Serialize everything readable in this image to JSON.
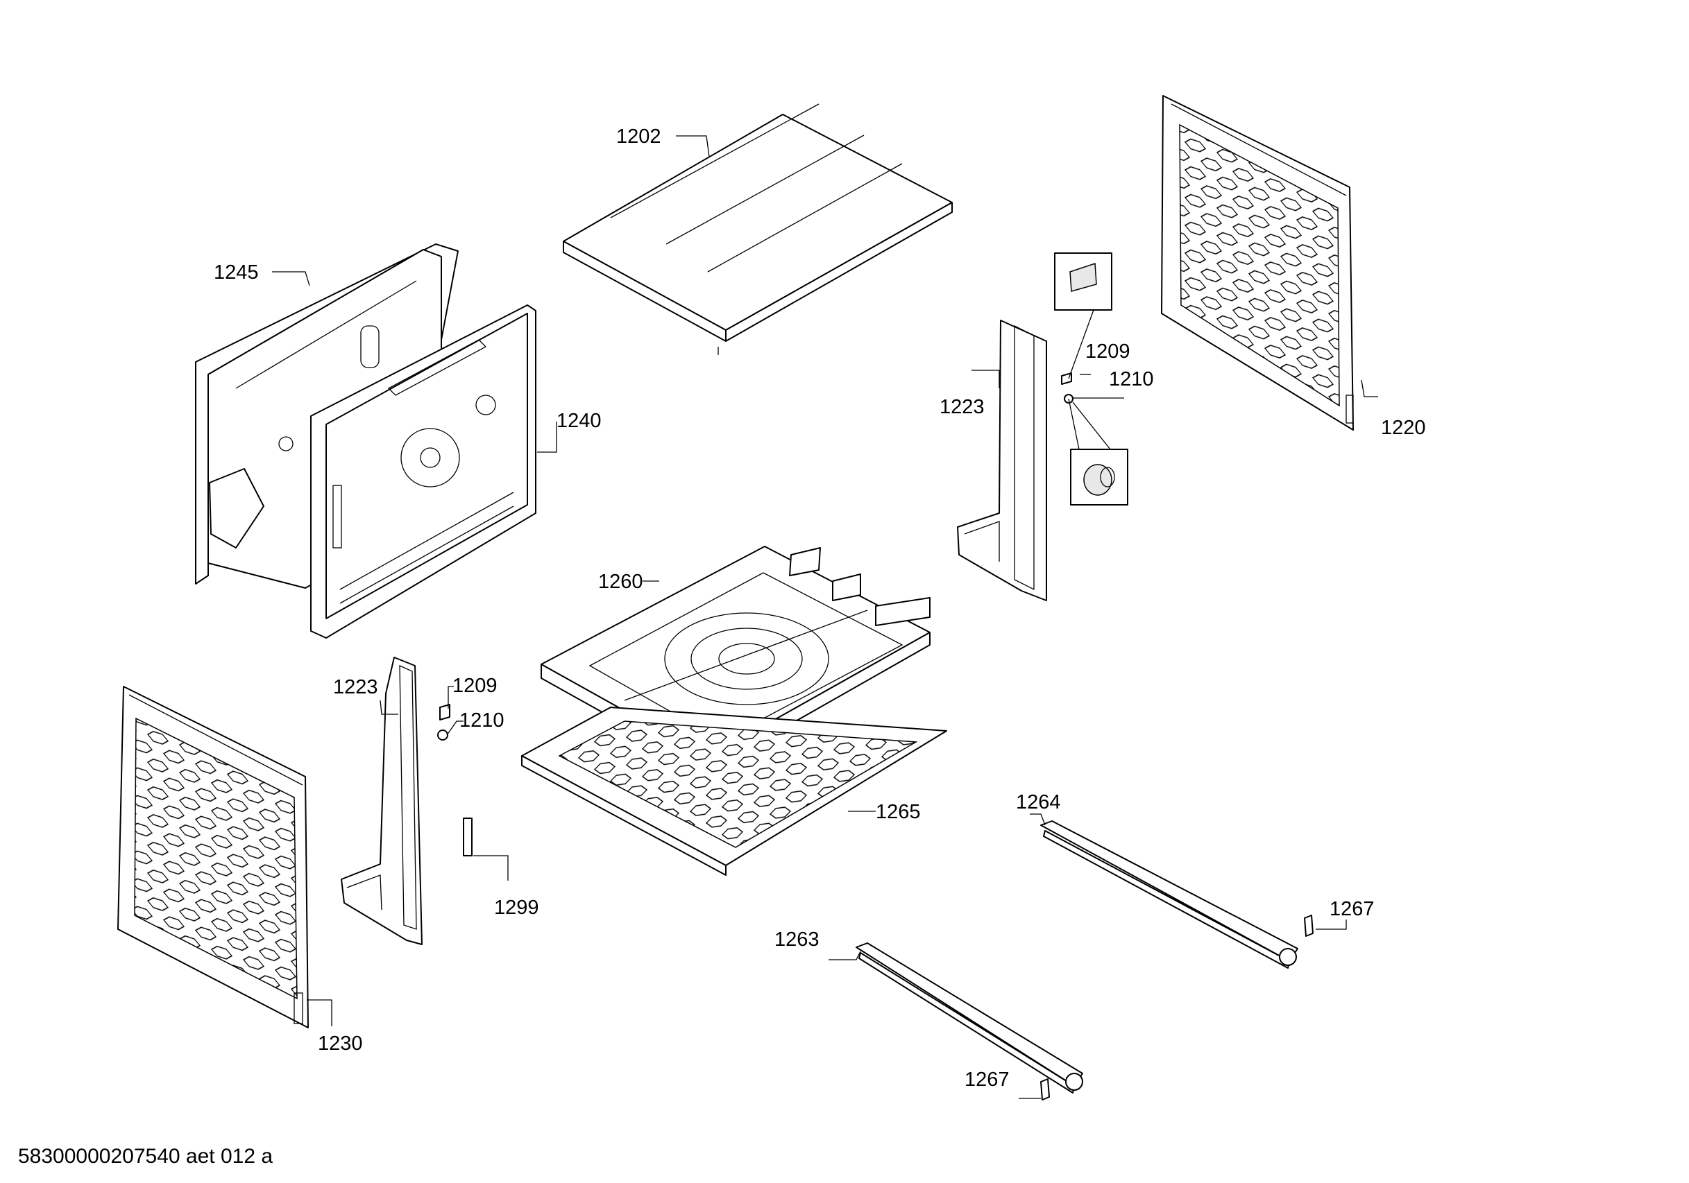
{
  "callouts": [
    {
      "id": "c1202",
      "text": "1202"
    },
    {
      "id": "c1245",
      "text": "1245"
    },
    {
      "id": "c1240",
      "text": "1240"
    },
    {
      "id": "c1220",
      "text": "1220"
    },
    {
      "id": "c1223a",
      "text": "1223"
    },
    {
      "id": "c1209a",
      "text": "1209"
    },
    {
      "id": "c1210a",
      "text": "1210"
    },
    {
      "id": "c1260",
      "text": "1260"
    },
    {
      "id": "c1223b",
      "text": "1223"
    },
    {
      "id": "c1209b",
      "text": "1209"
    },
    {
      "id": "c1210b",
      "text": "1210"
    },
    {
      "id": "c1265",
      "text": "1265"
    },
    {
      "id": "c1264",
      "text": "1264"
    },
    {
      "id": "c1267a",
      "text": "1267"
    },
    {
      "id": "c1263",
      "text": "1263"
    },
    {
      "id": "c1267b",
      "text": "1267"
    },
    {
      "id": "c1299",
      "text": "1299"
    },
    {
      "id": "c1230",
      "text": "1230"
    }
  ],
  "document_id": "58300000207540 aet 012 a"
}
